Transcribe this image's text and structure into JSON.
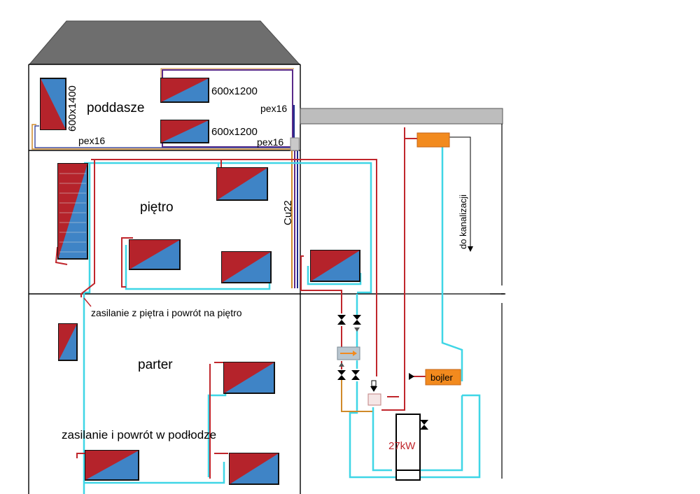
{
  "floors": {
    "attic": "poddasze",
    "first": "piętro",
    "ground": "parter"
  },
  "radiators": {
    "attic_vertical_size": "600x1400",
    "attic_top_size": "600x1200",
    "attic_bottom_size": "600x1200"
  },
  "pipes": {
    "pex_right_top": "pex16",
    "pex_left": "pex16",
    "pex_right_bottom": "pex16",
    "copper_riser": "Cu22"
  },
  "notes": {
    "supply_from_floor": "zasilanie z piętra i powrót na piętro",
    "floor_supply": "zasilanie i powrót w podłodze",
    "drain": "do kanalizacji"
  },
  "equipment": {
    "boiler_tank": "bojler",
    "furnace_power": "27kW"
  },
  "colors": {
    "supply": "#c0262c",
    "return": "#3fd6e6",
    "radiator_red": "#b5232b",
    "radiator_blue": "#3f84c6",
    "roof": "#6e6e6e",
    "annex_band": "#bdbdbd",
    "orange_device": "#f28a1e",
    "pex_purple": "#5a2a8a",
    "pex_navy": "#1c2a8c",
    "cu_orange": "#d08a2a",
    "heat_exchanger": "#b9c6cf"
  }
}
